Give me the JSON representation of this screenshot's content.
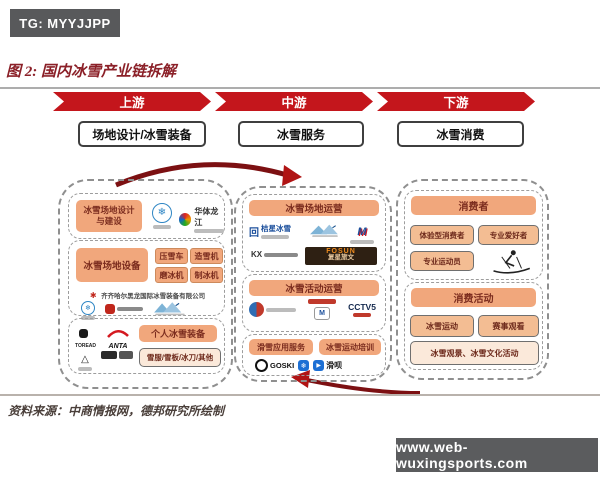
{
  "colors": {
    "banner_red": "#c4161c",
    "arrow_red": "#8c1417",
    "title_red": "#8b2028",
    "box_orange": "#f1a77c",
    "box_peach": "#f3bd93",
    "box_cream": "#fbe9da",
    "badge_gray": "#58595b",
    "dash_gray": "#8f8f8f",
    "logo_blue": "#2f86c4"
  },
  "badges": {
    "tg": "TG: MYYJJPP",
    "site": "www.web-wuxingsports.com"
  },
  "figure": {
    "title": "图 2: 国内冰雪产业链拆解",
    "source": "资料来源：中商情报网，德邦研究所绘制"
  },
  "flow": {
    "stages": [
      {
        "band": "上游",
        "label": "场地设计/冰雪装备"
      },
      {
        "band": "中游",
        "label": "冰雪服务"
      },
      {
        "band": "下游",
        "label": "冰雪消费"
      }
    ]
  },
  "upstream": {
    "design": {
      "title": "冰雪场地设计\n与建设",
      "partner": "华体龙江"
    },
    "equipment": {
      "title": "冰雪场地设备",
      "items": [
        "压雪车",
        "造雪机",
        "磨冰机",
        "制冰机"
      ],
      "company": "齐齐哈尔黑龙国际冰雪装备有限公司"
    },
    "personal": {
      "title": "个人冰雪装备",
      "detail": "雪服/雪板/冰刀/其他",
      "brands": [
        "TOREAD",
        "ANTA"
      ]
    }
  },
  "midstream": {
    "venue": {
      "title": "冰雪场地运营",
      "operator1": "桔星冰雪",
      "operator2": "KX",
      "fosun_en": "FOSUN",
      "fosun_cn": "复星旅文"
    },
    "activity": {
      "title": "冰雪活动运营",
      "media": "CCTV5"
    },
    "services": {
      "app": "滑雪应用服务",
      "training": "冰雪运动培训",
      "app1": "GOSKI",
      "app2": "滑呗"
    }
  },
  "downstream": {
    "consumers": {
      "title": "消费者",
      "types": [
        "体验型消费者",
        "专业爱好者",
        "专业运动员"
      ]
    },
    "activities": {
      "title": "消费活动",
      "items": [
        "冰雪运动",
        "赛事观看",
        "冰雪观景、冰雪文化活动"
      ]
    }
  },
  "icons": {
    "snowflake": "❄",
    "spark": "✱",
    "triangle": "△",
    "spiral": "回",
    "play": "▶",
    "m_letter": "M"
  }
}
